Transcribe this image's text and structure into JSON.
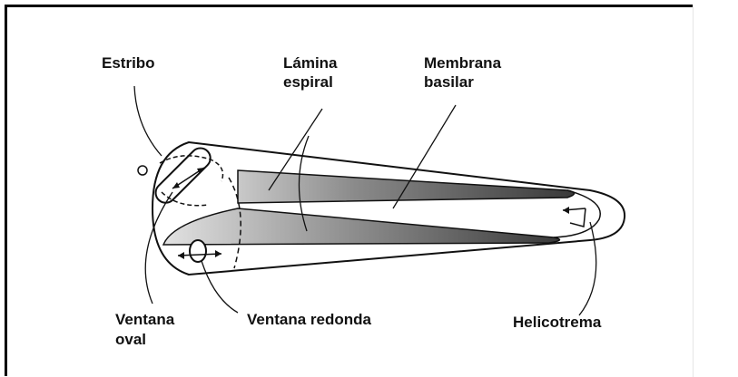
{
  "labels": {
    "estribo": "Estribo",
    "lamina_1": "Lámina",
    "lamina_2": "espiral",
    "membrana_1": "Membrana",
    "membrana_2": "basilar",
    "ventana_oval_1": "Ventana",
    "ventana_oval_2": "oval",
    "ventana_redonda": "Ventana redonda",
    "helicotrema": "Helicotrema"
  },
  "colors": {
    "ink": "#111111",
    "shade": "#6f6f6f",
    "shade_light": "#b8b8b8"
  }
}
